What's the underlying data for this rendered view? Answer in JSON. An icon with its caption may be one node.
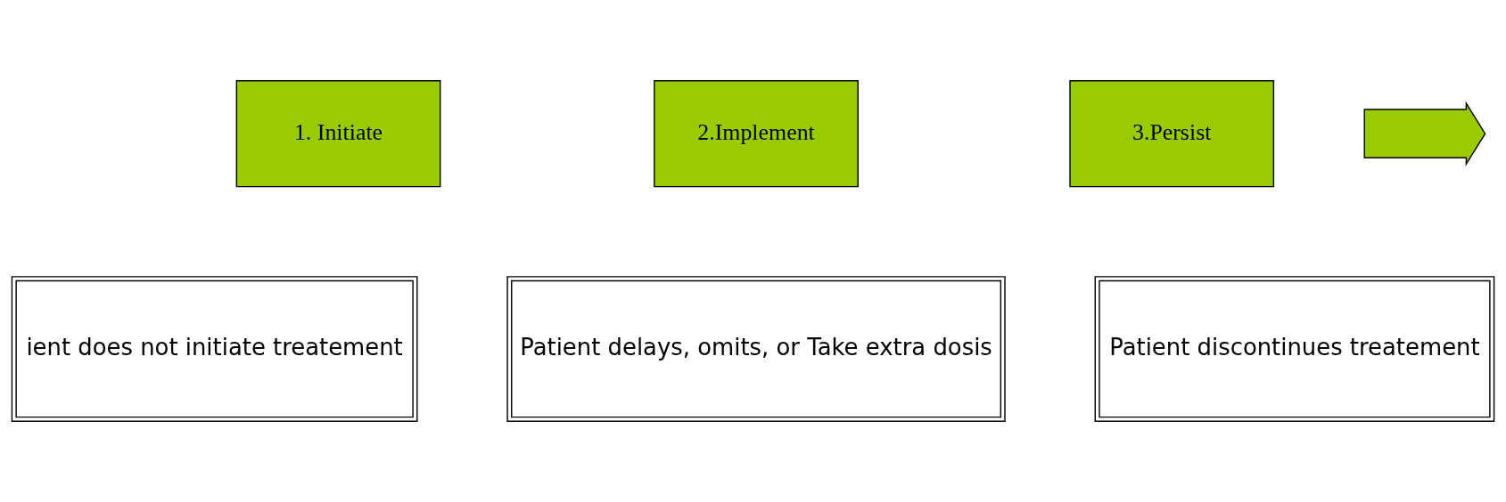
{
  "diagram": {
    "nodes": [
      {
        "text": [
          "1. Initiate"
        ]
      },
      {
        "text": [
          "2.Implement"
        ]
      },
      {
        "text": [
          "3.Persist"
        ]
      },
      {
        "text": [],
        "shape": "arrow"
      },
      {
        "text": [
          "ient does not initiate treatement"
        ]
      },
      {
        "text": [
          "Patient delays, omits, or Take extra dosis"
        ]
      },
      {
        "text": [
          "Patient discontinues treatement"
        ]
      }
    ]
  }
}
